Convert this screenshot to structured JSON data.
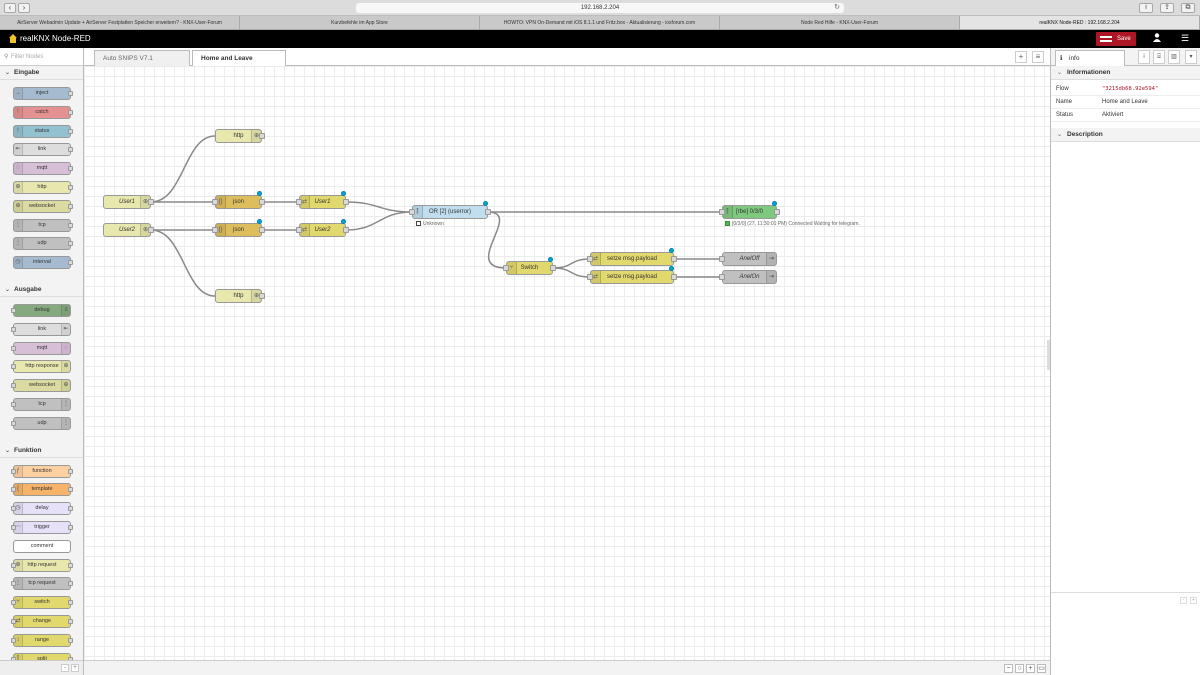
{
  "browser": {
    "url": "192.168.2.204",
    "tabs": [
      "AirServer Webadmin Update + AirServer Festplatten Speicher erweitern? - KNX-User-Forum",
      "Kurzbefehle im App Store",
      "HOWTO: VPN On-Demand mit iOS 8.1.1 und Fritz.box - Aktualisierung - iosforum.com",
      "Node Red Hilfe - KNX-User-Forum",
      "realKNX Node-RED : 192.168.2.204"
    ]
  },
  "header": {
    "title": "realKNX Node-RED",
    "deploy_label": "Save",
    "accent": "#ad1625"
  },
  "palette": {
    "filter_placeholder": "Filter Nodes",
    "categories": [
      {
        "name": "Eingabe",
        "nodes": [
          {
            "label": "inject",
            "color": "#a6bbcf"
          },
          {
            "label": "catch",
            "color": "#e49191"
          },
          {
            "label": "status",
            "color": "#94c1d0"
          },
          {
            "label": "link",
            "color": "#dddddd"
          },
          {
            "label": "mqtt",
            "color": "#d8bfd8"
          },
          {
            "label": "http",
            "color": "#e7e7ae"
          },
          {
            "label": "websocket",
            "color": "#dbdba1"
          },
          {
            "label": "tcp",
            "color": "#c0c0c0"
          },
          {
            "label": "udp",
            "color": "#c0c0c0"
          },
          {
            "label": "interval",
            "color": "#a6bbcf"
          }
        ]
      },
      {
        "name": "Ausgabe",
        "nodes": [
          {
            "label": "debug",
            "color": "#87a980"
          },
          {
            "label": "link",
            "color": "#dddddd"
          },
          {
            "label": "mqtt",
            "color": "#d8bfd8"
          },
          {
            "label": "http response",
            "color": "#e7e7ae"
          },
          {
            "label": "websocket",
            "color": "#dbdba1"
          },
          {
            "label": "tcp",
            "color": "#c0c0c0"
          },
          {
            "label": "udp",
            "color": "#c0c0c0"
          }
        ]
      },
      {
        "name": "Funktion",
        "nodes": [
          {
            "label": "function",
            "color": "#fdd0a2"
          },
          {
            "label": "template",
            "color": "#f5b46a"
          },
          {
            "label": "delay",
            "color": "#e6e0f8"
          },
          {
            "label": "trigger",
            "color": "#e6e0f8"
          },
          {
            "label": "comment",
            "color": "#ffffff"
          },
          {
            "label": "http request",
            "color": "#e7e7ae"
          },
          {
            "label": "tcp request",
            "color": "#c0c0c0"
          },
          {
            "label": "switch",
            "color": "#e2d96e"
          },
          {
            "label": "change",
            "color": "#e2d96e"
          },
          {
            "label": "range",
            "color": "#e2d96e"
          },
          {
            "label": "split",
            "color": "#e2d96e"
          }
        ]
      }
    ]
  },
  "workspace": {
    "tabs": [
      "Auto SNIPS V7.1",
      "Home and Leave"
    ],
    "active_tab": 1,
    "nodes": [
      {
        "id": "http1",
        "label": "http",
        "color": "#e7e7ae"
      },
      {
        "id": "user1in",
        "label": "User1",
        "color": "#e7e7ae"
      },
      {
        "id": "json1",
        "label": "json",
        "color": "#debd5c"
      },
      {
        "id": "user1chg",
        "label": "User1",
        "color": "#e2d96e"
      },
      {
        "id": "user2in",
        "label": "User2",
        "color": "#e7e7ae"
      },
      {
        "id": "json2",
        "label": "json",
        "color": "#debd5c"
      },
      {
        "id": "user2chg",
        "label": "User2",
        "color": "#e2d96e"
      },
      {
        "id": "http2",
        "label": "http",
        "color": "#e7e7ae"
      },
      {
        "id": "or",
        "label": "OR [2] (userror)",
        "color": "#c0deed",
        "status": "Unknown"
      },
      {
        "id": "rbe",
        "label": "[rbe] 0/3/0",
        "color": "#7fc97f",
        "status": "[0/3/0] (27, 11:30:01 PM) Connected Waiting for telegram."
      },
      {
        "id": "switch",
        "label": "Switch",
        "color": "#e2d96e"
      },
      {
        "id": "setze1",
        "label": "setze msg.payload",
        "color": "#e2d96e"
      },
      {
        "id": "setze2",
        "label": "setze msg.payload",
        "color": "#e2d96e"
      },
      {
        "id": "anelOff",
        "label": "AnelOff",
        "color": "#c0c0c0"
      },
      {
        "id": "anelOn",
        "label": "AnelOn",
        "color": "#c0c0c0"
      }
    ]
  },
  "sidebar": {
    "tab_label": "info",
    "section_info": "Informationen",
    "rows": [
      {
        "key": "Flow",
        "value": "\"3215db68.92e594\""
      },
      {
        "key": "Name",
        "value": "Home and Leave"
      },
      {
        "key": "Status",
        "value": "Aktiviert"
      }
    ],
    "section_description": "Description"
  }
}
